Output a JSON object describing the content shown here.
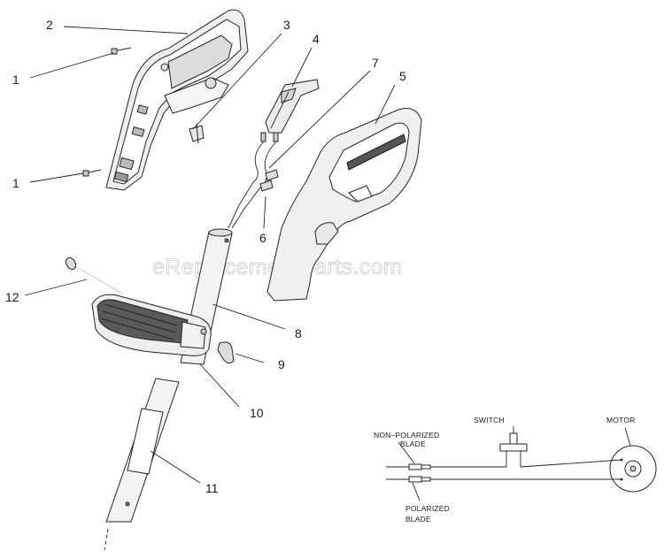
{
  "callouts": {
    "p1a": "1",
    "p1b": "1",
    "p2": "2",
    "p3": "3",
    "p4": "4",
    "p5": "5",
    "p6": "6",
    "p7": "7",
    "p8": "8",
    "p9": "9",
    "p10": "10",
    "p11": "11",
    "p12": "12"
  },
  "watermark": "eReplacementParts.com",
  "wiring": {
    "switch": "SWITCH",
    "motor": "MOTOR",
    "non_polarized_line1": "NON–POLARIZED",
    "non_polarized_line2": "BLADE",
    "polarized_line1": "POLARIZED",
    "polarized_line2": "BLADE"
  }
}
